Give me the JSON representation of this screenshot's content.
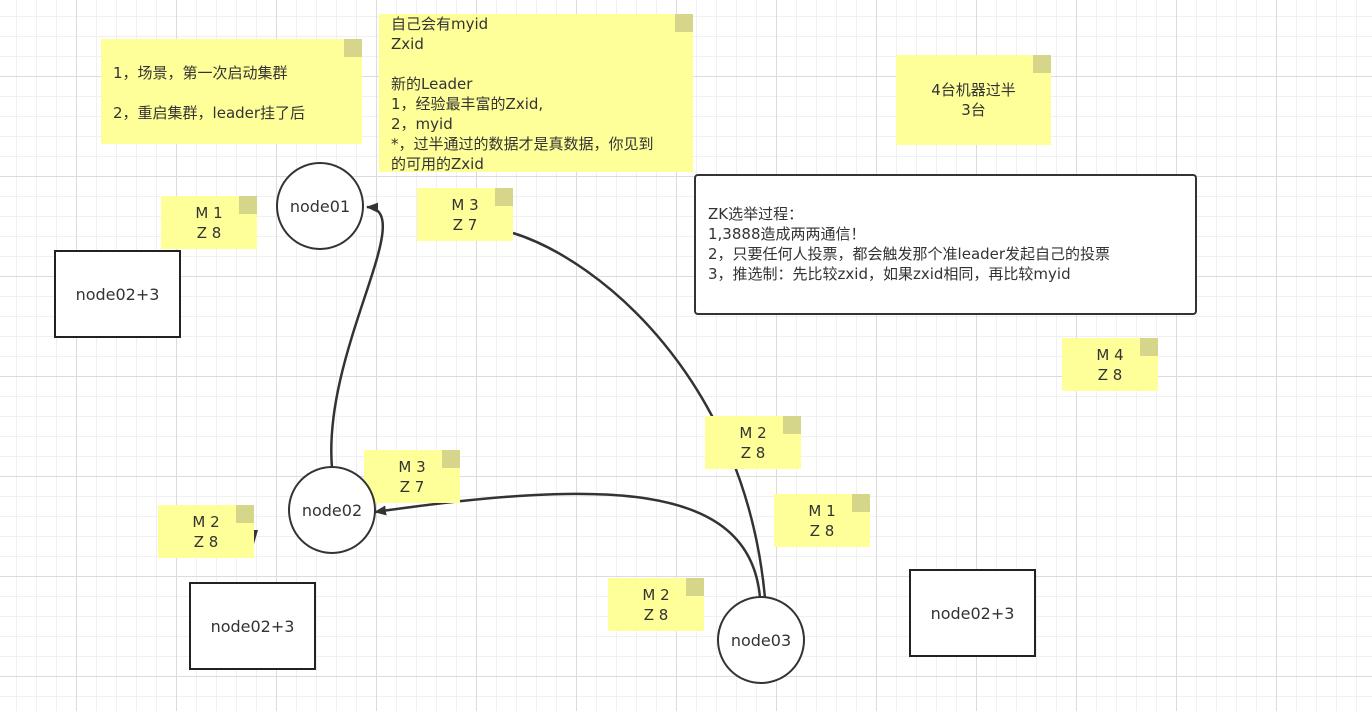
{
  "notes": {
    "scenario": [
      "1，场景，第一次启动集群",
      "",
      "2，重启集群，leader挂了后"
    ],
    "myid_zxid": [
      "自己会有myid",
      "Zxid",
      "",
      "新的Leader",
      "1，经验最丰富的Zxid,",
      "2，myid",
      "*，过半通过的数据才是真数据，你见到",
      "的可用的Zxid"
    ],
    "majority": [
      "4台机器过半",
      "3台"
    ],
    "vote_m1_z8_a": [
      "M 1",
      "Z 8"
    ],
    "vote_m3_z7_a": [
      "M 3",
      "Z 7"
    ],
    "vote_m4_z8": [
      "M 4",
      "Z 8"
    ],
    "vote_m2_z8_a": [
      "M 2",
      "Z 8"
    ],
    "vote_m3_z7_b": [
      "M 3",
      "Z 7"
    ],
    "vote_m1_z8_b": [
      "M 1",
      "Z 8"
    ],
    "vote_m2_z8_b": [
      "M 2",
      "Z 8"
    ],
    "vote_m2_z8_c": [
      "M 2",
      "Z 8"
    ]
  },
  "nodes": {
    "node01": "node01",
    "node02": "node02",
    "node03": "node03"
  },
  "boxes": {
    "box_a": "node02+3",
    "box_b": "node02+3",
    "box_c": "node02+3"
  },
  "election_panel": [
    "ZK选举过程：",
    "1,3888造成两两通信！",
    "2，只要任何人投票，都会触发那个准leader发起自己的投票",
    "3，推选制：先比较zxid，如果zxid相同，再比较myid"
  ],
  "colors": {
    "note_fill": "#ffff99",
    "stroke": "#333333"
  }
}
